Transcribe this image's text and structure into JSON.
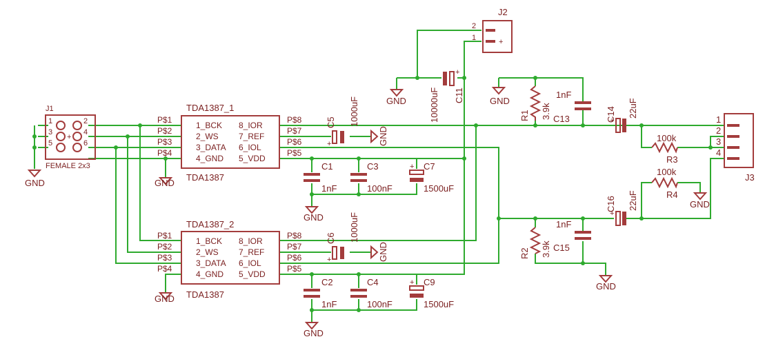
{
  "j1": {
    "ref": "J1",
    "label": "FEMALE 2x3",
    "pins_left": [
      "1",
      "3",
      "5"
    ],
    "pins_right": [
      "2",
      "4",
      "6"
    ]
  },
  "j2": {
    "ref": "J2",
    "pin1": "1",
    "pin2": "2"
  },
  "j3": {
    "ref": "J3",
    "pins": [
      "1",
      "2",
      "3",
      "4"
    ]
  },
  "u1": {
    "name": "TDA1387_1",
    "value": "TDA1387",
    "left_pins": [
      "1_BCK",
      "2_WS",
      "3_DATA",
      "4_GND"
    ],
    "right_pins": [
      "8_IOR",
      "7_REF",
      "6_IOL",
      "5_VDD"
    ],
    "left_labels": [
      "P$1",
      "P$2",
      "P$3",
      "P$4"
    ],
    "right_labels": [
      "P$8",
      "P$7",
      "P$6",
      "P$5"
    ]
  },
  "u2": {
    "name": "TDA1387_2",
    "value": "TDA1387",
    "left_pins": [
      "1_BCK",
      "2_WS",
      "3_DATA",
      "4_GND"
    ],
    "right_pins": [
      "8_IOR",
      "7_REF",
      "6_IOL",
      "5_VDD"
    ],
    "left_labels": [
      "P$1",
      "P$2",
      "P$3",
      "P$4"
    ],
    "right_labels": [
      "P$8",
      "P$7",
      "P$6",
      "P$5"
    ]
  },
  "caps": {
    "c1": {
      "ref": "C1",
      "value": "1nF"
    },
    "c3": {
      "ref": "C3",
      "value": "100nF"
    },
    "c7": {
      "ref": "C7",
      "value": "1500uF"
    },
    "c2": {
      "ref": "C2",
      "value": "1nF"
    },
    "c4": {
      "ref": "C4",
      "value": "100nF"
    },
    "c9": {
      "ref": "C9",
      "value": "1500uF"
    },
    "c5": {
      "ref": "C5",
      "value": "1000uF"
    },
    "c6": {
      "ref": "C6",
      "value": "1000uF"
    },
    "c11": {
      "ref": "C11",
      "value": "10000uF"
    },
    "c13": {
      "ref": "C13",
      "value": "1nF"
    },
    "c15": {
      "ref": "C15",
      "value": "1nF"
    },
    "c14": {
      "ref": "C14",
      "value": "22uF"
    },
    "c16": {
      "ref": "C16",
      "value": "22uF"
    }
  },
  "resistors": {
    "r1": {
      "ref": "R1",
      "value": "3.9k"
    },
    "r2": {
      "ref": "R2",
      "value": "3.9k"
    },
    "r3": {
      "ref": "R3",
      "value": "100k"
    },
    "r4": {
      "ref": "R4",
      "value": "100k"
    }
  },
  "gnd_label": "GND",
  "plus": "+",
  "colors": {
    "wire": "#2eaa2e",
    "symbol": "#a33c3c",
    "text": "#7a1f1f"
  }
}
